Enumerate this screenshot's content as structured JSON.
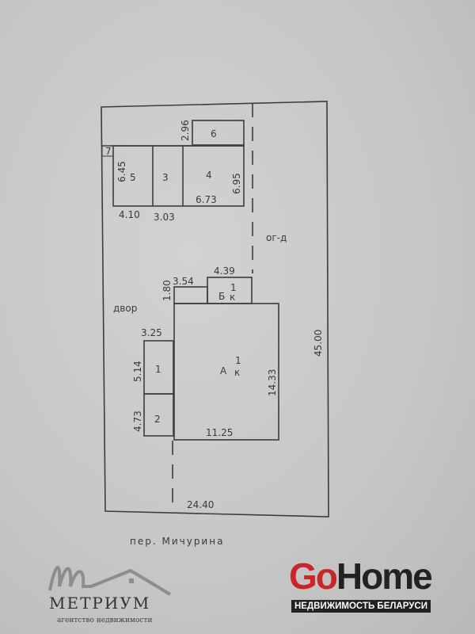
{
  "plan": {
    "rooms": {
      "r1": "1",
      "r2": "2",
      "r3": "3",
      "r4": "4",
      "r5": "5",
      "r6": "6",
      "r7": "7"
    },
    "building_a": {
      "letter": "А",
      "sup": "1",
      "sub": "к"
    },
    "building_b": {
      "letter": "Б",
      "sup": "1",
      "sub": "к"
    },
    "dimensions": {
      "d296": "2.96",
      "d645": "6.45",
      "d695": "6.95",
      "d673": "6.73",
      "d410": "4.10",
      "d303": "3.03",
      "d439": "4.39",
      "d354": "3.54",
      "d180": "1.80",
      "d325": "3.25",
      "d514": "5.14",
      "d473": "4.73",
      "d1125": "11.25",
      "d1433": "14.33",
      "d4500": "45.00",
      "d2440": "24.40"
    },
    "labels": {
      "yard": "двор",
      "garden": "ог-д",
      "street": "пер. Мичурина"
    }
  },
  "logos": {
    "metrium": "МЕТРИУМ",
    "metrium_sub": "агентство недвижимости",
    "gohome_go": "Go",
    "gohome_home": "Home",
    "gohome_sub": "НЕДВИЖИМОСТЬ БЕЛАРУСИ"
  }
}
